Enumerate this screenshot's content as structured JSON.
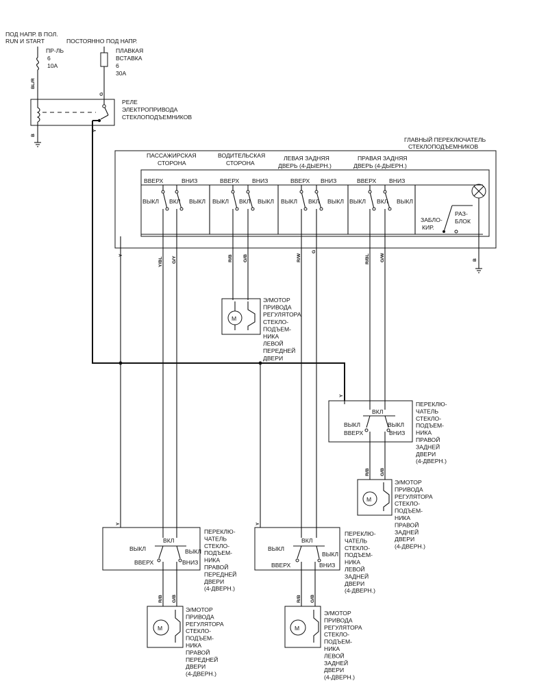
{
  "labels": {
    "power_run": "ПОД НАПР. В ПОЛ.",
    "power_run2": "RUN И   START",
    "power_const": "ПОСТОЯННО ПОД НАПР.",
    "fuse1_a": "ПР-ЛЬ",
    "fuse1_b": "6",
    "fuse1_c": "10A",
    "fuse2_a": "ПЛАВКАЯ",
    "fuse2_b": "ВСТАВКА",
    "fuse2_c": "6",
    "fuse2_d": "30A",
    "relay_a": "РЕЛЕ",
    "relay_b": "ЭЛЕКТРОПРИВОДА",
    "relay_c": "СТЕКЛОПОДЪЕМНИКОВ",
    "main_a": "ГЛАВНЫЙ ПЕРЕКЛЮЧАТЕЛЬ",
    "main_b": "СТЕКЛОПОДЪЕМНИКОВ",
    "sec1_a": "ПАССАЖИРСКАЯ",
    "sec1_b": "СТОРОНА",
    "sec2_a": "ВОДИТЕЛЬСКАЯ",
    "sec2_b": "СТОРОНА",
    "sec3_a": "ЛЕВАЯ ЗАДНЯЯ",
    "sec3_b": "ДВЕРЬ (4-ДЫЕРН.)",
    "sec4_a": "ПРАВАЯ ЗАДНЯЯ",
    "sec4_b": "ДВЕРЬ (4-ДЫЕРН.)",
    "up": "ВВЕРХ",
    "down": "ВНИЗ",
    "off": "ВЫКЛ",
    "on": "ВКЛ",
    "lock_a": "ЗАБЛО-",
    "lock_b": "КИР.",
    "unlock_a": "РАЗ-",
    "unlock_b": "БЛОК",
    "motor_sym": "M"
  },
  "wire_codes": {
    "blr": "BL/R",
    "g": "G",
    "b": "B",
    "y": "Y",
    "ybl": "Y/BL",
    "gy": "G/Y",
    "rb": "R/B",
    "gb": "G/B",
    "rw": "R/W",
    "rbl": "R/BL",
    "gw": "G/W"
  },
  "motor_lf": [
    "Э/МОТОР",
    "ПРИВОДА",
    "РЕГУЛЯТОРА",
    "СТЕКЛО-",
    "ПОДЪЕМ-",
    "НИКА",
    "ЛЕВОЙ",
    "ПЕРЕДНЕЙ",
    "ДВЕРИ"
  ],
  "switch_rr": [
    "ПЕРЕКЛЮ-",
    "ЧАТЕЛЬ",
    "СТЕКЛО-",
    "ПОДЪЕМ-",
    "НИКА",
    "ПРАВОЙ",
    "ЗАДНЕЙ",
    "ДВЕРИ",
    "(4-ДВЕРН.)"
  ],
  "motor_rr": [
    "Э/МОТОР",
    "ПРИВОДА",
    "РЕГУЛЯТОРА",
    "СТЕКЛО-",
    "ПОДЪЕМ-",
    "НИКА",
    "ПРАВОЙ",
    "ЗАДНЕЙ",
    "ДВЕРИ",
    "(4-ДВЕРН.)"
  ],
  "switch_rf": [
    "ПЕРЕКЛЮ-",
    "ЧАТЕЛЬ",
    "СТЕКЛО-",
    "ПОДЪЕМ-",
    "НИКА",
    "ПРАВОЙ",
    "ПЕРЕДНЕЙ",
    "ДВЕРИ",
    "(4-ДВЕРН.)"
  ],
  "motor_rf": [
    "Э/МОТОР",
    "ПРИВОДА",
    "РЕГУЛЯТОРА",
    "СТЕКЛО-",
    "ПОДЪЕМ-",
    "НИКА",
    "ПРАВОЙ",
    "ПЕРЕДНЕЙ",
    "ДВЕРИ",
    "(4-ДВЕРН.)"
  ],
  "switch_lr": [
    "ПЕРЕКЛЮ-",
    "ЧАТЕЛЬ",
    "СТЕКЛО-",
    "ПОДЪЕМ-",
    "НИКА",
    "ЛЕВОЙ",
    "ЗАДНЕЙ",
    "ДВЕРИ",
    "(4-ДВЕРН.)"
  ],
  "motor_lr": [
    "Э/МОТОР",
    "ПРИВОДА",
    "РЕГУЛЯТОРА",
    "СТЕКЛО-",
    "ПОДЪЕМ-",
    "НИКА",
    "ЛЕВОЙ",
    "ЗАДНЕЙ",
    "ДВЕРИ",
    "(4-ДВЕРН.)"
  ]
}
